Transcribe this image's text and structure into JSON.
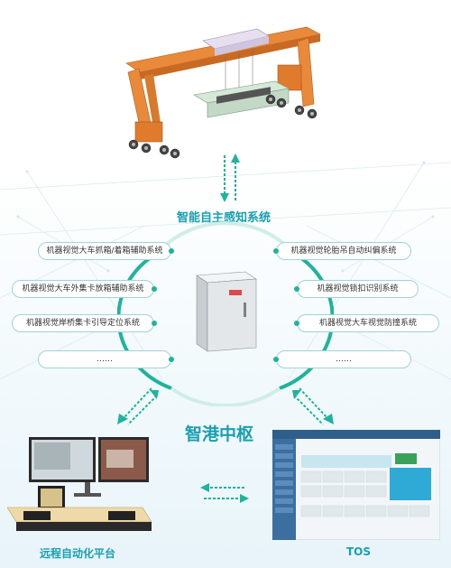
{
  "top_label": "智能自主感知系统",
  "center_label": "智港中枢",
  "left_items": [
    "机器视觉大车抓箱/着箱辅助系统",
    "机器视觉大车外集卡放箱辅助系统",
    "机器视觉岸桥集卡引导定位系统",
    "……"
  ],
  "right_items": [
    "机器视觉轮胎吊自动纠偏系统",
    "机器视觉锁扣识别系统",
    "机器视觉大车视觉防撞系统",
    "……"
  ],
  "bottom_left_label": "远程自动化平台",
  "bottom_right_label": "TOS",
  "colors": {
    "accent": "#1a9fb0",
    "ring": "#1fb39c",
    "crane": "#e07b2e"
  }
}
